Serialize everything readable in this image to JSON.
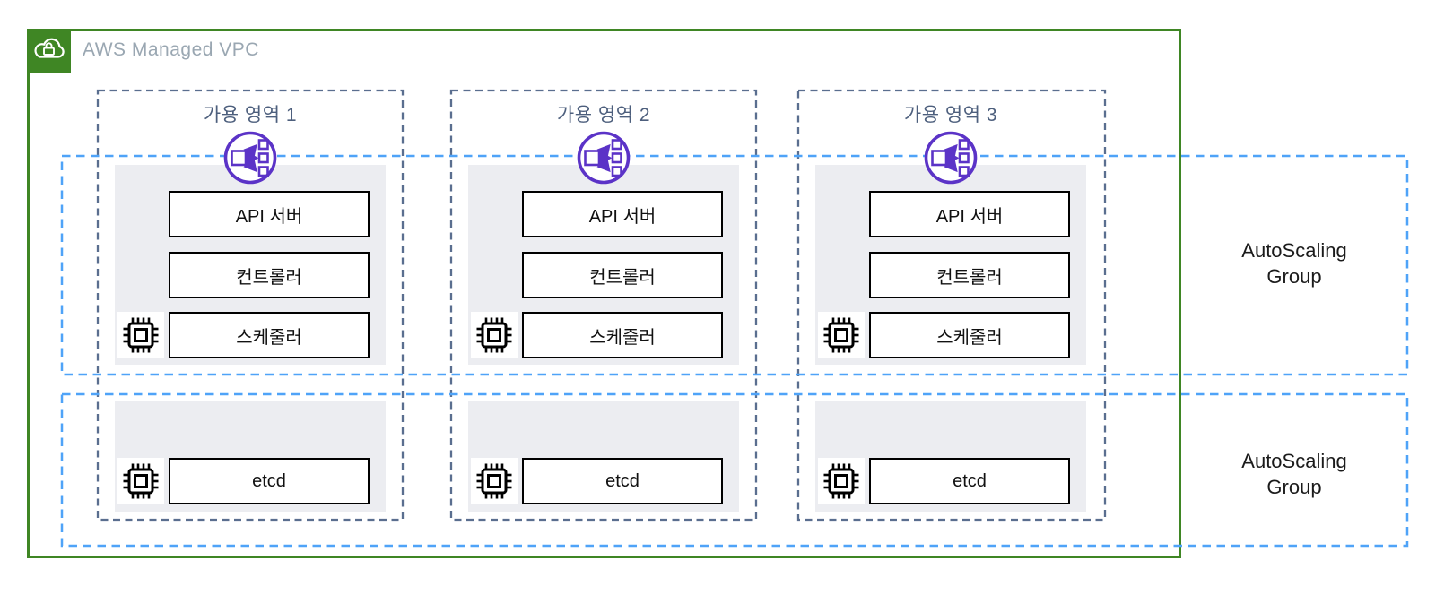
{
  "diagram": {
    "vpc": {
      "label": "AWS Managed VPC",
      "icon": "cloud-lock-icon"
    },
    "zones": [
      {
        "label": "가용 영역 1",
        "lb_icon": "load-balancer-icon",
        "instance_icon": "cpu-chip-icon",
        "control_plane": [
          "API 서버",
          "컨트롤러",
          "스케줄러"
        ],
        "data_plane": [
          "etcd"
        ]
      },
      {
        "label": "가용 영역 2",
        "lb_icon": "load-balancer-icon",
        "instance_icon": "cpu-chip-icon",
        "control_plane": [
          "API 서버",
          "컨트롤러",
          "스케줄러"
        ],
        "data_plane": [
          "etcd"
        ]
      },
      {
        "label": "가용 영역 3",
        "lb_icon": "load-balancer-icon",
        "instance_icon": "cpu-chip-icon",
        "control_plane": [
          "API 서버",
          "컨트롤러",
          "스케줄러"
        ],
        "data_plane": [
          "etcd"
        ]
      }
    ],
    "autoscaling_groups": [
      {
        "label": "AutoScaling Group"
      },
      {
        "label": "AutoScaling Group"
      }
    ],
    "colors": {
      "vpc_green": "#3F8624",
      "az_border": "#5A6E8F",
      "az_label": "#4D5F7D",
      "asg_border": "#4FA3F8",
      "lb_purple": "#5B33C7",
      "panel_gray": "#ECEDF1",
      "vpc_label_gray": "#9AA7B2",
      "box_border": "#000000",
      "text": "#111111"
    }
  }
}
